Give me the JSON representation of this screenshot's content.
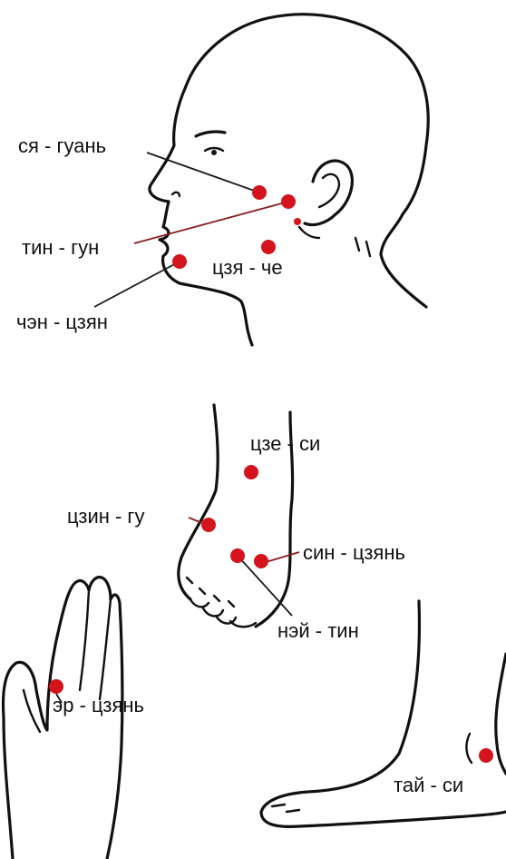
{
  "colors": {
    "point": "#d4141c",
    "outline": "#111111",
    "leader_red": "#8b1d1d"
  },
  "figures": {
    "head": {
      "points": [
        {
          "label": "ся - гуань"
        },
        {
          "label": "тин - гун"
        },
        {
          "label": "чэн - цзян"
        },
        {
          "label": "цзя - че"
        }
      ]
    },
    "foot_top": {
      "points": [
        {
          "label": "цзе - си"
        },
        {
          "label": "цзин - гу"
        },
        {
          "label": "син - цзянь"
        },
        {
          "label": "нэй - тин"
        }
      ]
    },
    "hand": {
      "points": [
        {
          "label": "эр - цзянь"
        }
      ]
    },
    "foot_side": {
      "points": [
        {
          "label": "тай - си"
        }
      ]
    }
  }
}
